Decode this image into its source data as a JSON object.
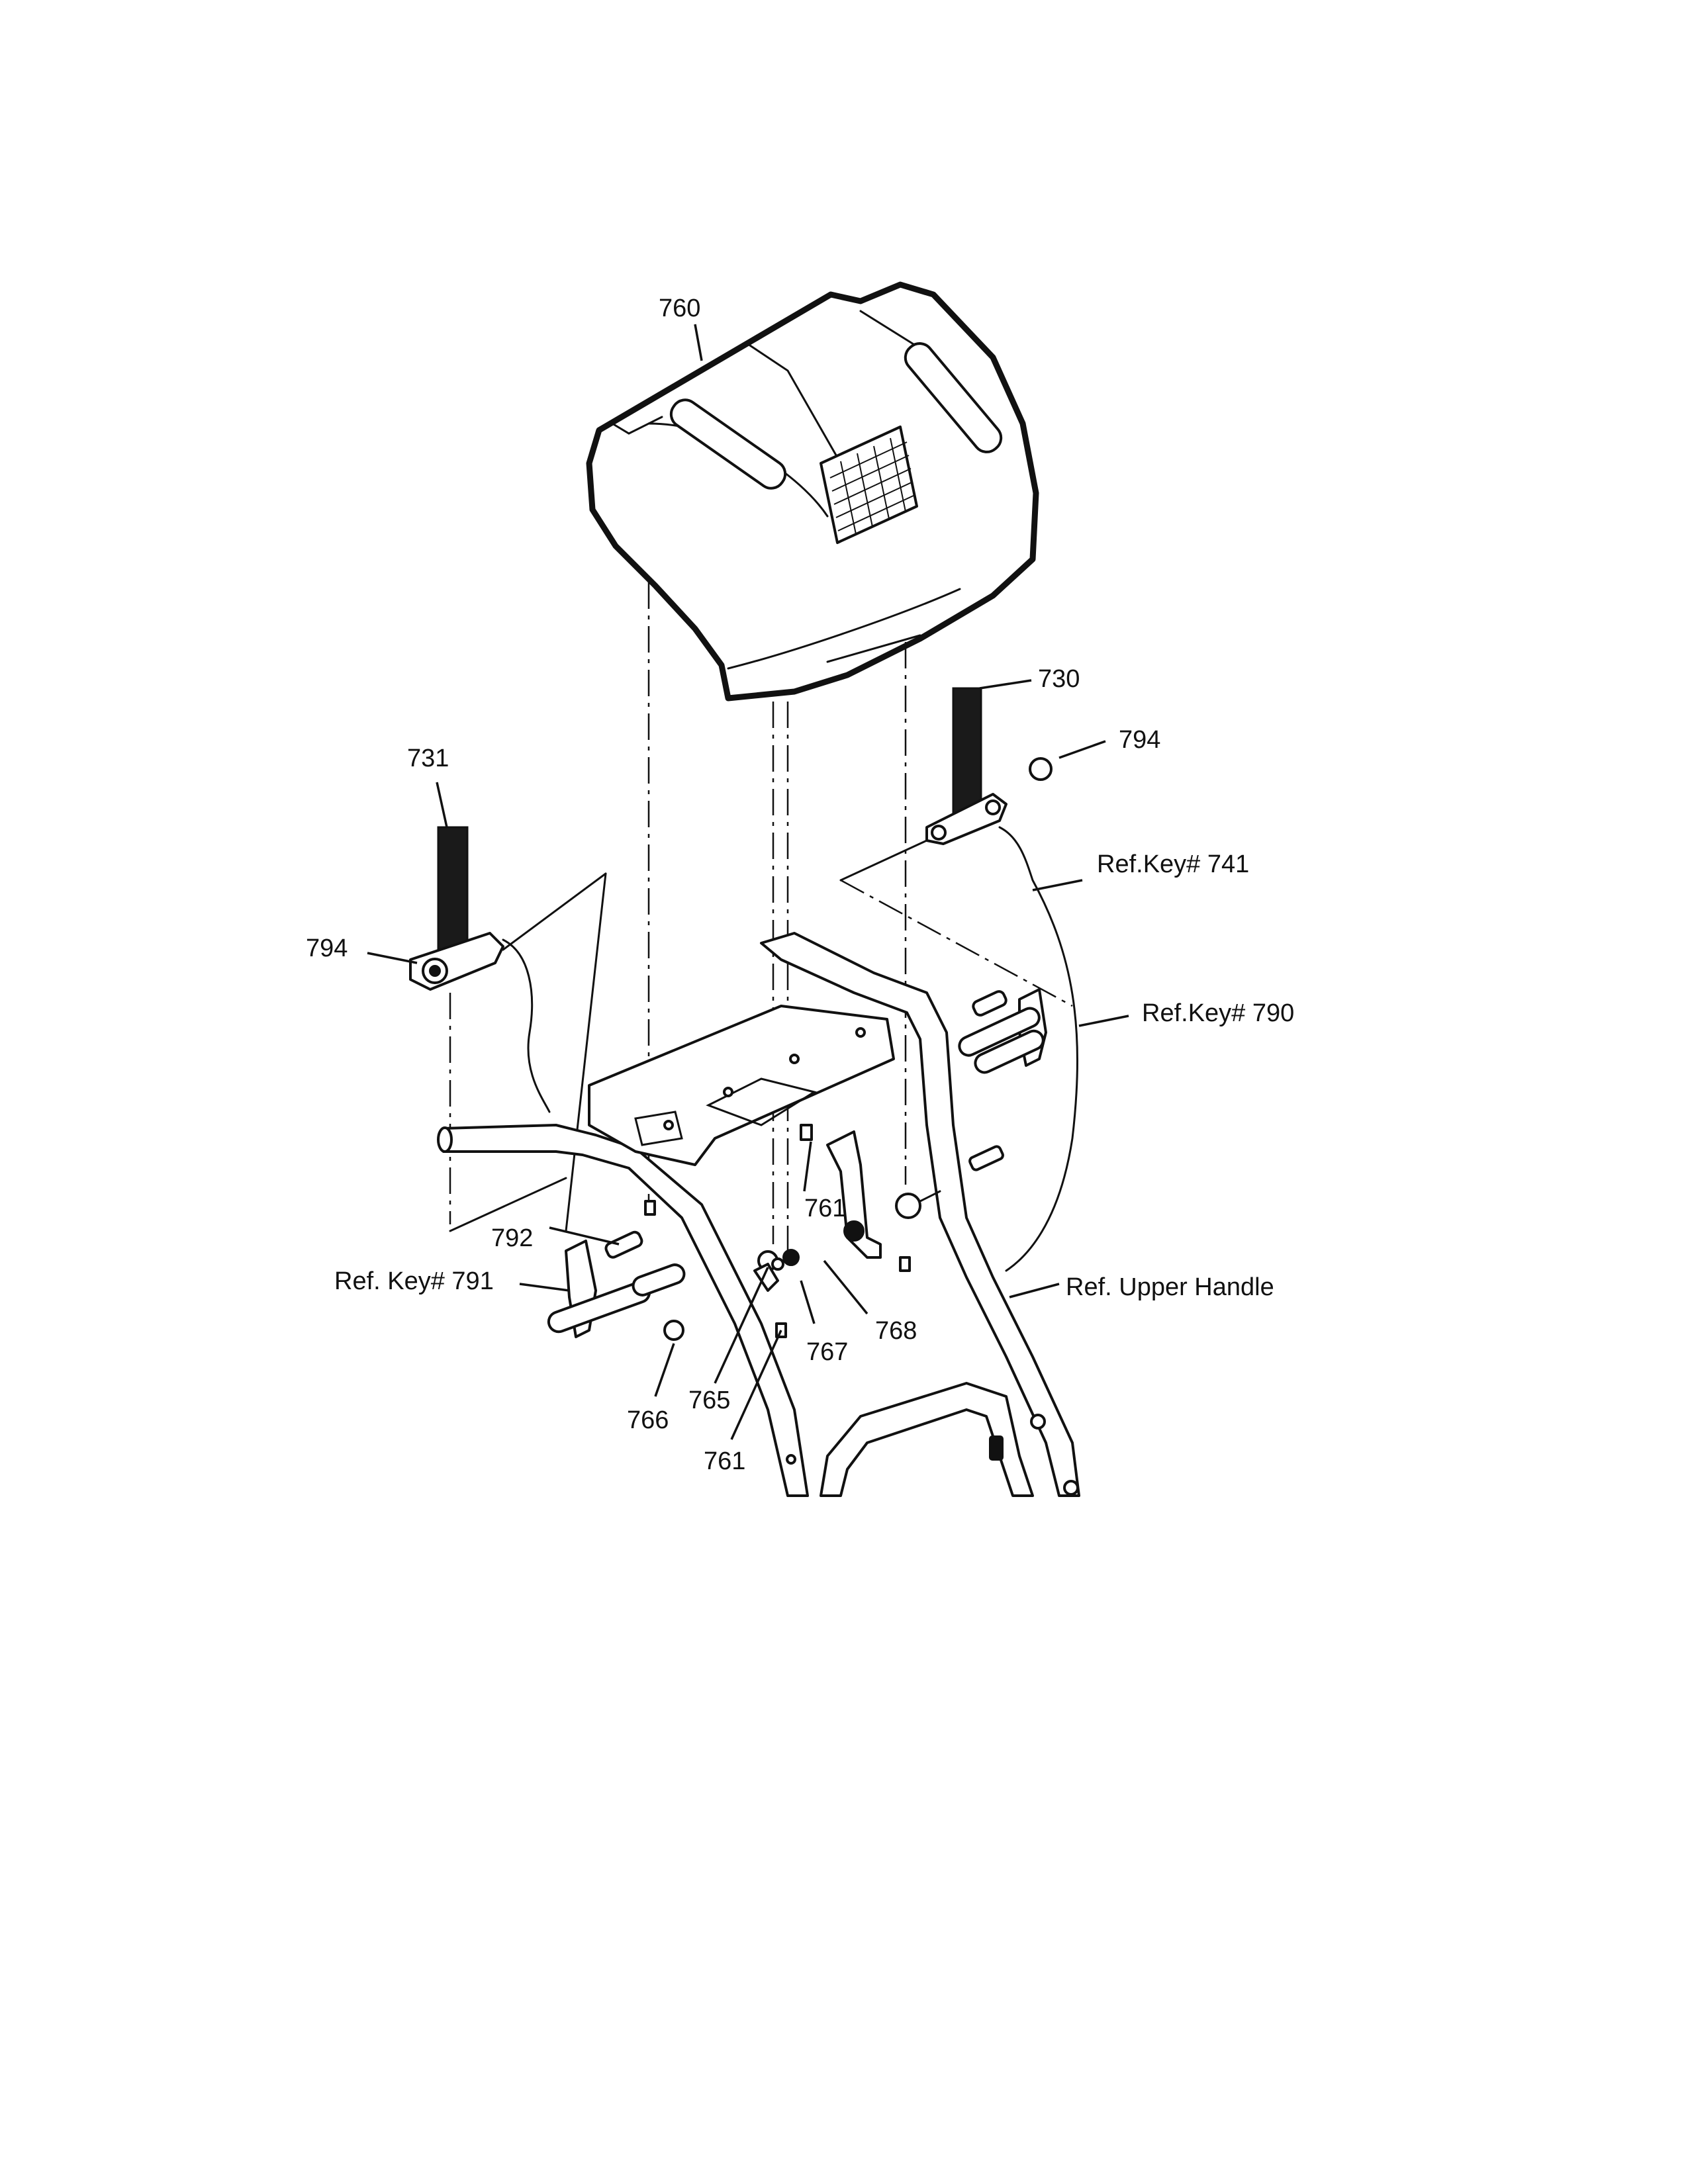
{
  "callouts": {
    "c760": "760",
    "c730": "730",
    "c794_right": "794",
    "c731": "731",
    "c741": "Ref.Key# 741",
    "c794_left": "794",
    "c790": "Ref.Key# 790",
    "c761_upper": "761",
    "c792": "792",
    "c791": "Ref. Key# 791",
    "c768": "768",
    "c767": "767",
    "c765": "765",
    "c766": "766",
    "c761_lower": "761",
    "upper_handle": "Ref. Upper Handle"
  },
  "colors": {
    "ink": "#111111",
    "paper": "#ffffff"
  }
}
